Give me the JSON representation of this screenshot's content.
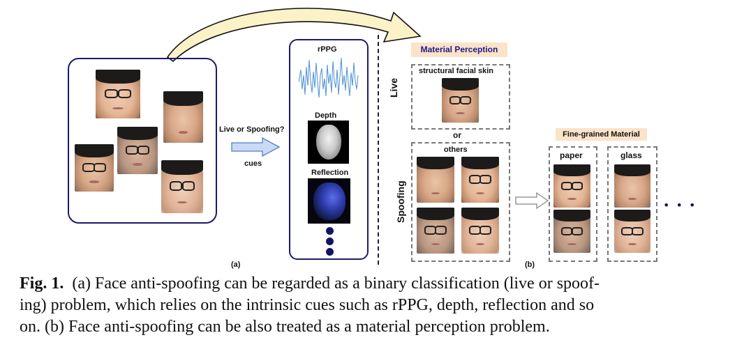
{
  "panel_a": {
    "cue_title": "Live or Spoofing?",
    "cue_sub": "cues",
    "rppg": "rPPG",
    "depth": "Depth",
    "reflection": "Reflection",
    "label": "(a)"
  },
  "panel_b": {
    "material_perception": "Material Perception",
    "structural": "structural facial skin",
    "live": "Live",
    "or": "or",
    "others": "others",
    "spoofing": "Spoofing",
    "fine_grained": "Fine-grained Material",
    "paper": "paper",
    "glass": "glass",
    "ellipsis": "• • •",
    "label": "(b)"
  },
  "caption": {
    "fig": "Fig. 1.",
    "text_line1": "(a) Face anti-spoofing can be regarded as a binary classification (live or spoof-",
    "text_line2": "ing) problem, which relies on the intrinsic cues such as rPPG, depth, reflection and so",
    "text_line3": "on. (b) Face anti-spoofing can be also treated as a material perception problem."
  },
  "colors": {
    "navy": "#1a1a6e",
    "peach": "#fbe3c8",
    "arrow_fill": "#fbf2c7",
    "blue_arrow": "#c9daf5"
  }
}
